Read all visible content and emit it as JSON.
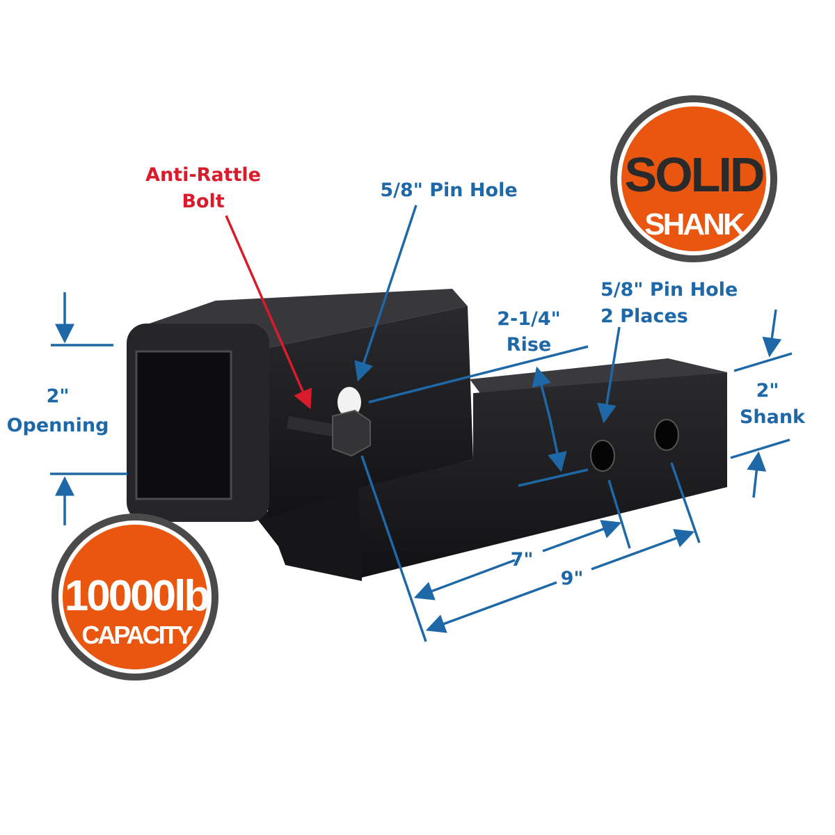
{
  "colors": {
    "dimension_blue": "#1e68a8",
    "callout_red": "#d81c2b",
    "badge_orange": "#e8560f",
    "badge_ring": "#4a4a4a",
    "hitch_black": "#1c1c1e"
  },
  "callouts": {
    "anti_rattle": {
      "line1": "Anti-Rattle",
      "line2": "Bolt"
    },
    "pin_hole_top": "5/8\" Pin Hole",
    "pin_hole_shank": {
      "line1": "5/8\" Pin Hole",
      "line2": "2 Places"
    },
    "rise": {
      "line1": "2-1/4\"",
      "line2": "Rise"
    },
    "opening": {
      "line1": "2\"",
      "line2": "Openning"
    },
    "shank": {
      "line1": "2\"",
      "line2": "Shank"
    },
    "length_7": "7\"",
    "length_9": "9\""
  },
  "badges": {
    "solid_shank": {
      "line1": "SOLID",
      "line2": "SHANK"
    },
    "capacity": {
      "line1": "10000lb",
      "line2": "CAPACITY"
    }
  }
}
